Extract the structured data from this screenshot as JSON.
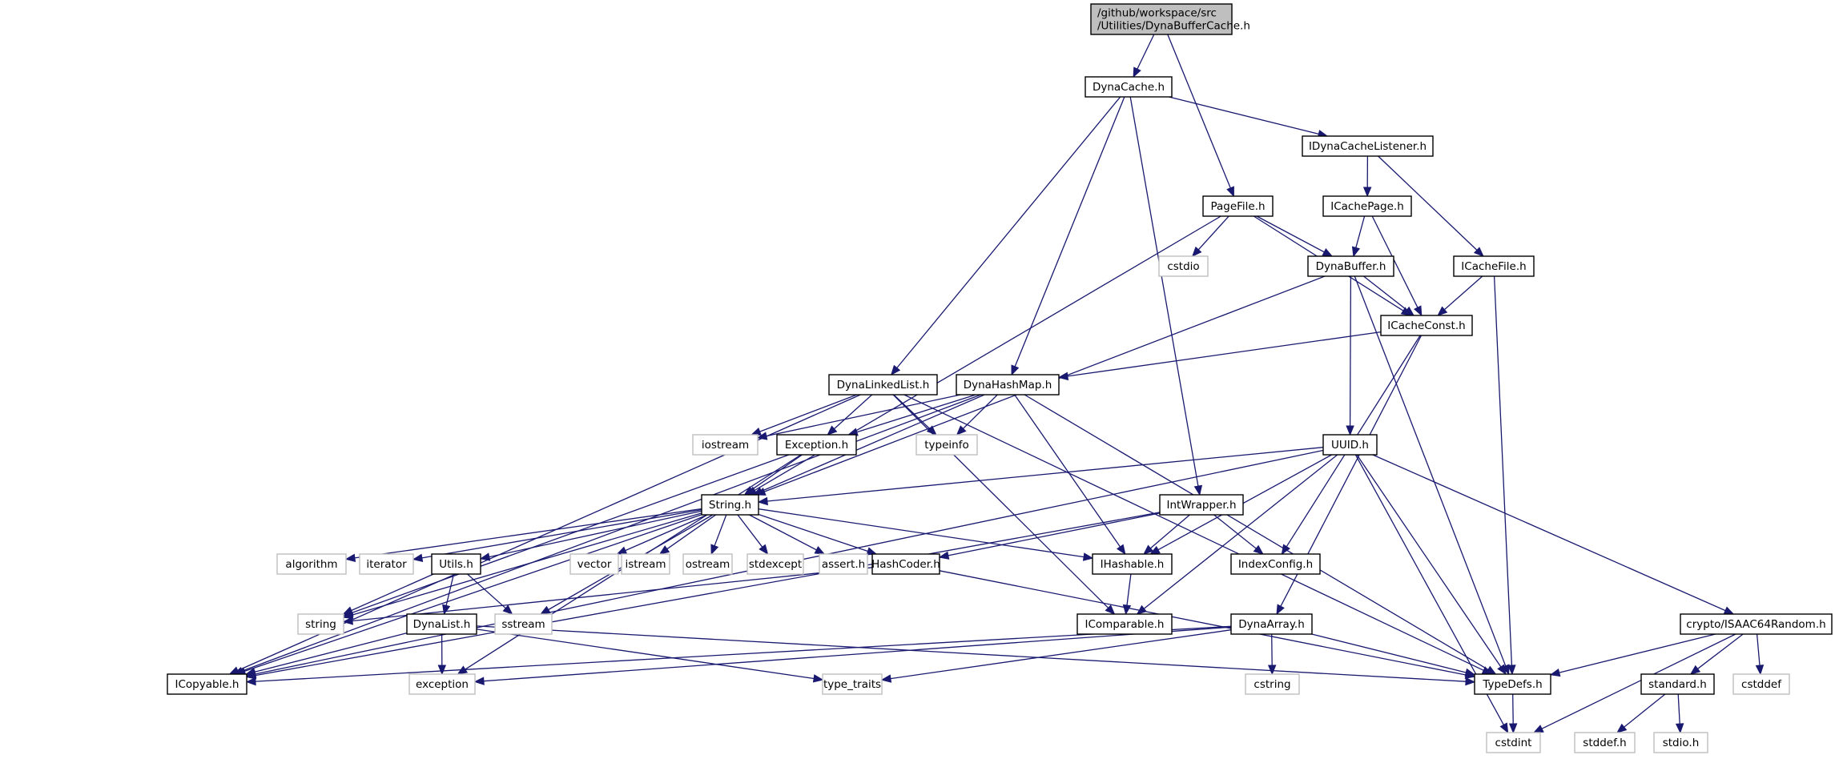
{
  "title": "Include dependency graph for /github/workspace/src/Utilities/DynaBufferCache.h",
  "colors": {
    "edge": "#191970",
    "root_fill": "#bfbfbf",
    "internal_border": "#000000",
    "external_border": "#bfbfbf"
  },
  "nodes": [
    {
      "id": "root",
      "label_lines": [
        "/github/workspace/src",
        "/Utilities/DynaBufferCache.h"
      ],
      "kind": "root"
    },
    {
      "id": "DynaCache",
      "label": "DynaCache.h",
      "kind": "internal"
    },
    {
      "id": "IDynaCacheListener",
      "label": "IDynaCacheListener.h",
      "kind": "internal"
    },
    {
      "id": "PageFile",
      "label": "PageFile.h",
      "kind": "internal"
    },
    {
      "id": "ICachePage",
      "label": "ICachePage.h",
      "kind": "internal"
    },
    {
      "id": "cstdio",
      "label": "cstdio",
      "kind": "external"
    },
    {
      "id": "DynaBuffer",
      "label": "DynaBuffer.h",
      "kind": "internal"
    },
    {
      "id": "ICacheFile",
      "label": "ICacheFile.h",
      "kind": "internal"
    },
    {
      "id": "ICacheConst",
      "label": "ICacheConst.h",
      "kind": "internal"
    },
    {
      "id": "DynaLinkedList",
      "label": "DynaLinkedList.h",
      "kind": "internal"
    },
    {
      "id": "DynaHashMap",
      "label": "DynaHashMap.h",
      "kind": "internal"
    },
    {
      "id": "iostream",
      "label": "iostream",
      "kind": "external"
    },
    {
      "id": "Exception",
      "label": "Exception.h",
      "kind": "internal"
    },
    {
      "id": "typeinfo",
      "label": "typeinfo",
      "kind": "external"
    },
    {
      "id": "UUID",
      "label": "UUID.h",
      "kind": "internal"
    },
    {
      "id": "String",
      "label": "String.h",
      "kind": "internal"
    },
    {
      "id": "IntWrapper",
      "label": "IntWrapper.h",
      "kind": "internal"
    },
    {
      "id": "algorithm",
      "label": "algorithm",
      "kind": "external"
    },
    {
      "id": "iterator",
      "label": "iterator",
      "kind": "external"
    },
    {
      "id": "Utils",
      "label": "Utils.h",
      "kind": "internal"
    },
    {
      "id": "vector",
      "label": "vector",
      "kind": "external"
    },
    {
      "id": "istream",
      "label": "istream",
      "kind": "external"
    },
    {
      "id": "ostream",
      "label": "ostream",
      "kind": "external"
    },
    {
      "id": "stdexcept",
      "label": "stdexcept",
      "kind": "external"
    },
    {
      "id": "assert",
      "label": "assert.h",
      "kind": "external"
    },
    {
      "id": "HashCoder",
      "label": "HashCoder.h",
      "kind": "internal"
    },
    {
      "id": "IHashable",
      "label": "IHashable.h",
      "kind": "internal"
    },
    {
      "id": "IndexConfig",
      "label": "IndexConfig.h",
      "kind": "internal"
    },
    {
      "id": "string",
      "label": "string",
      "kind": "external"
    },
    {
      "id": "DynaList",
      "label": "DynaList.h",
      "kind": "internal"
    },
    {
      "id": "sstream",
      "label": "sstream",
      "kind": "external"
    },
    {
      "id": "IComparable",
      "label": "IComparable.h",
      "kind": "internal"
    },
    {
      "id": "DynaArray",
      "label": "DynaArray.h",
      "kind": "internal"
    },
    {
      "id": "ISAAC64Random",
      "label": "crypto/ISAAC64Random.h",
      "kind": "internal"
    },
    {
      "id": "ICopyable",
      "label": "ICopyable.h",
      "kind": "internal"
    },
    {
      "id": "exception",
      "label": "exception",
      "kind": "external"
    },
    {
      "id": "type_traits",
      "label": "type_traits",
      "kind": "external"
    },
    {
      "id": "cstring",
      "label": "cstring",
      "kind": "external"
    },
    {
      "id": "TypeDefs",
      "label": "TypeDefs.h",
      "kind": "internal"
    },
    {
      "id": "standard",
      "label": "standard.h",
      "kind": "internal"
    },
    {
      "id": "cstddef",
      "label": "cstddef",
      "kind": "external"
    },
    {
      "id": "cstdint",
      "label": "cstdint",
      "kind": "external"
    },
    {
      "id": "stddef_h",
      "label": "stddef.h",
      "kind": "external"
    },
    {
      "id": "stdio_h",
      "label": "stdio.h",
      "kind": "external"
    }
  ],
  "edges": [
    [
      "root",
      "DynaCache"
    ],
    [
      "root",
      "PageFile"
    ],
    [
      "DynaCache",
      "IDynaCacheListener"
    ],
    [
      "DynaCache",
      "DynaLinkedList"
    ],
    [
      "DynaCache",
      "DynaHashMap"
    ],
    [
      "DynaCache",
      "IntWrapper"
    ],
    [
      "IDynaCacheListener",
      "ICachePage"
    ],
    [
      "IDynaCacheListener",
      "ICacheFile"
    ],
    [
      "PageFile",
      "cstdio"
    ],
    [
      "PageFile",
      "DynaBuffer"
    ],
    [
      "PageFile",
      "ICacheConst"
    ],
    [
      "PageFile",
      "String"
    ],
    [
      "ICachePage",
      "DynaBuffer"
    ],
    [
      "ICachePage",
      "ICacheConst"
    ],
    [
      "DynaBuffer",
      "ICacheConst"
    ],
    [
      "DynaBuffer",
      "UUID"
    ],
    [
      "DynaBuffer",
      "String"
    ],
    [
      "DynaBuffer",
      "TypeDefs"
    ],
    [
      "ICacheFile",
      "ICacheConst"
    ],
    [
      "ICacheFile",
      "TypeDefs"
    ],
    [
      "ICacheConst",
      "DynaHashMap"
    ],
    [
      "ICacheConst",
      "IndexConfig"
    ],
    [
      "ICacheConst",
      "DynaArray"
    ],
    [
      "DynaLinkedList",
      "iostream"
    ],
    [
      "DynaLinkedList",
      "Exception"
    ],
    [
      "DynaLinkedList",
      "typeinfo"
    ],
    [
      "DynaLinkedList",
      "ICopyable"
    ],
    [
      "DynaLinkedList",
      "IComparable"
    ],
    [
      "DynaLinkedList",
      "TypeDefs"
    ],
    [
      "DynaHashMap",
      "iostream"
    ],
    [
      "DynaHashMap",
      "Exception"
    ],
    [
      "DynaHashMap",
      "typeinfo"
    ],
    [
      "DynaHashMap",
      "String"
    ],
    [
      "DynaHashMap",
      "IHashable"
    ],
    [
      "DynaHashMap",
      "TypeDefs"
    ],
    [
      "DynaHashMap",
      "ICopyable"
    ],
    [
      "Exception",
      "String"
    ],
    [
      "Exception",
      "string"
    ],
    [
      "Exception",
      "exception"
    ],
    [
      "UUID",
      "String"
    ],
    [
      "UUID",
      "IHashable"
    ],
    [
      "UUID",
      "IComparable"
    ],
    [
      "UUID",
      "ICopyable"
    ],
    [
      "UUID",
      "TypeDefs"
    ],
    [
      "UUID",
      "ISAAC64Random"
    ],
    [
      "UUID",
      "cstdint"
    ],
    [
      "String",
      "algorithm"
    ],
    [
      "String",
      "iterator"
    ],
    [
      "String",
      "Utils"
    ],
    [
      "String",
      "vector"
    ],
    [
      "String",
      "istream"
    ],
    [
      "String",
      "ostream"
    ],
    [
      "String",
      "stdexcept"
    ],
    [
      "String",
      "assert"
    ],
    [
      "String",
      "HashCoder"
    ],
    [
      "String",
      "IHashable"
    ],
    [
      "String",
      "string"
    ],
    [
      "String",
      "sstream"
    ],
    [
      "String",
      "ICopyable"
    ],
    [
      "IntWrapper",
      "HashCoder"
    ],
    [
      "IntWrapper",
      "IHashable"
    ],
    [
      "IntWrapper",
      "IndexConfig"
    ],
    [
      "IntWrapper",
      "ICopyable"
    ],
    [
      "Utils",
      "string"
    ],
    [
      "Utils",
      "DynaList"
    ],
    [
      "Utils",
      "sstream"
    ],
    [
      "HashCoder",
      "string"
    ],
    [
      "HashCoder",
      "TypeDefs"
    ],
    [
      "IHashable",
      "IComparable"
    ],
    [
      "DynaList",
      "ICopyable"
    ],
    [
      "DynaList",
      "exception"
    ],
    [
      "DynaList",
      "type_traits"
    ],
    [
      "DynaList",
      "TypeDefs"
    ],
    [
      "DynaArray",
      "ICopyable"
    ],
    [
      "DynaArray",
      "exception"
    ],
    [
      "DynaArray",
      "type_traits"
    ],
    [
      "DynaArray",
      "cstring"
    ],
    [
      "DynaArray",
      "TypeDefs"
    ],
    [
      "ISAAC64Random",
      "TypeDefs"
    ],
    [
      "ISAAC64Random",
      "cstdint"
    ],
    [
      "ISAAC64Random",
      "standard"
    ],
    [
      "ISAAC64Random",
      "cstddef"
    ],
    [
      "TypeDefs",
      "cstdint"
    ],
    [
      "standard",
      "stddef_h"
    ],
    [
      "standard",
      "stdio_h"
    ]
  ]
}
